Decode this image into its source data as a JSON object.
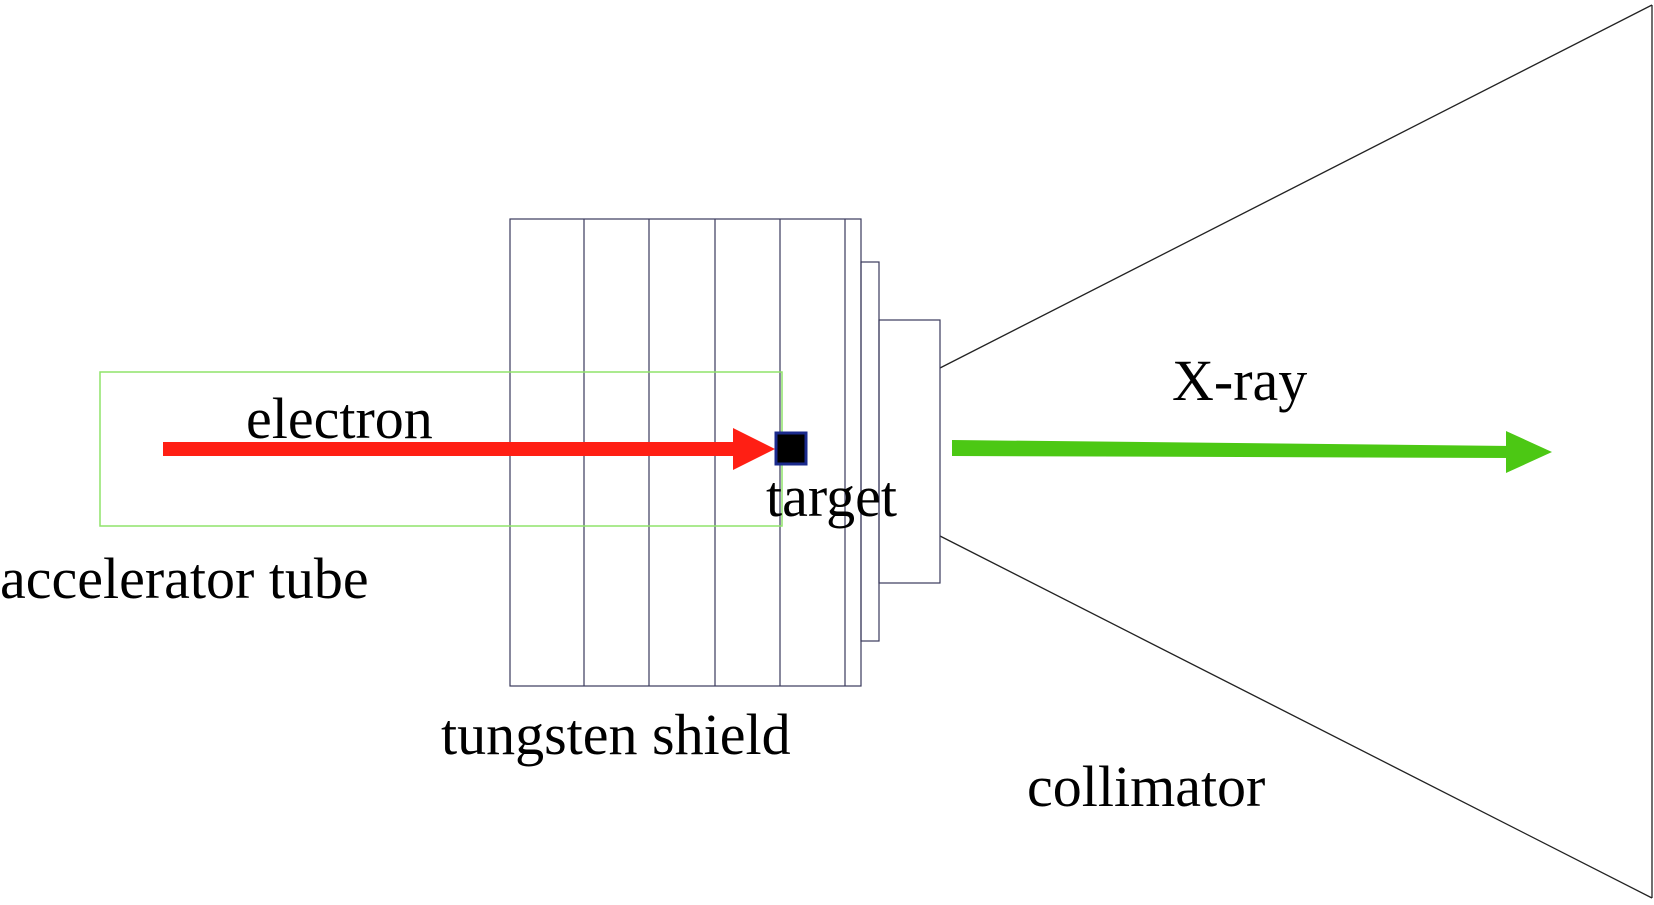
{
  "labels": {
    "electron": "electron",
    "target": "target",
    "accelerator_tube": "accelerator tube",
    "tungsten_shield": "tungsten shield",
    "collimator": "collimator",
    "xray": "X-ray"
  },
  "colors": {
    "background": "#ffffff",
    "electron_arrow": "#ff1f14",
    "xray_arrow": "#4cc814",
    "accelerator_tube_outline": "#8fe36a",
    "shield_outline": "#3a3a5c",
    "target_fill": "#000000",
    "target_outline": "#1a2a8c",
    "collimator_line": "#222222",
    "text": "#000000"
  }
}
